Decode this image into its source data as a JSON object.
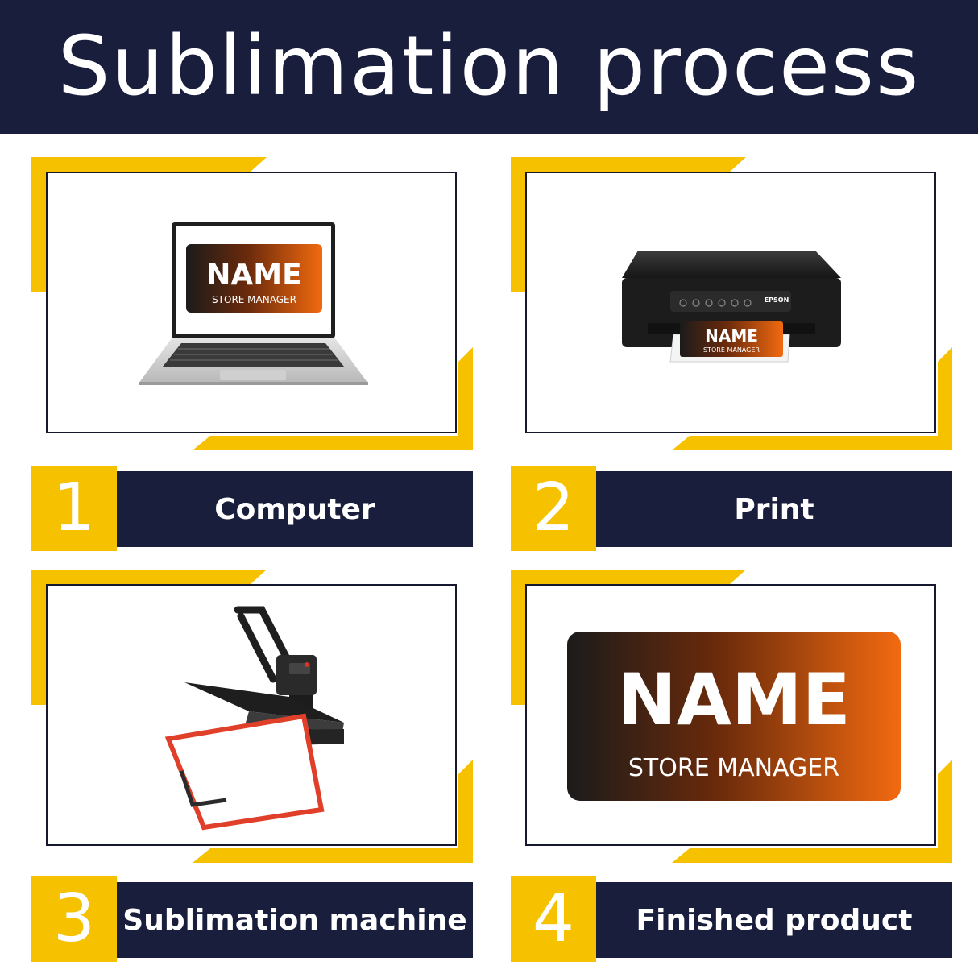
{
  "title": "Sublimation process",
  "steps": [
    {
      "number": "1",
      "label": "Computer",
      "illustration": "laptop-icon"
    },
    {
      "number": "2",
      "label": "Print",
      "illustration": "printer-icon"
    },
    {
      "number": "3",
      "label": "Sublimation machine",
      "illustration": "heat-press-icon"
    },
    {
      "number": "4",
      "label": "Finished product",
      "illustration": "name-badge"
    }
  ],
  "badge": {
    "name": "NAME",
    "role": "STORE MANAGER"
  },
  "printer_brand": "EPSON",
  "colors": {
    "navy": "#1a1e3d",
    "yellow": "#f6c200",
    "badge_dark": "#1b1b1b",
    "badge_orange": "#f26a10"
  }
}
